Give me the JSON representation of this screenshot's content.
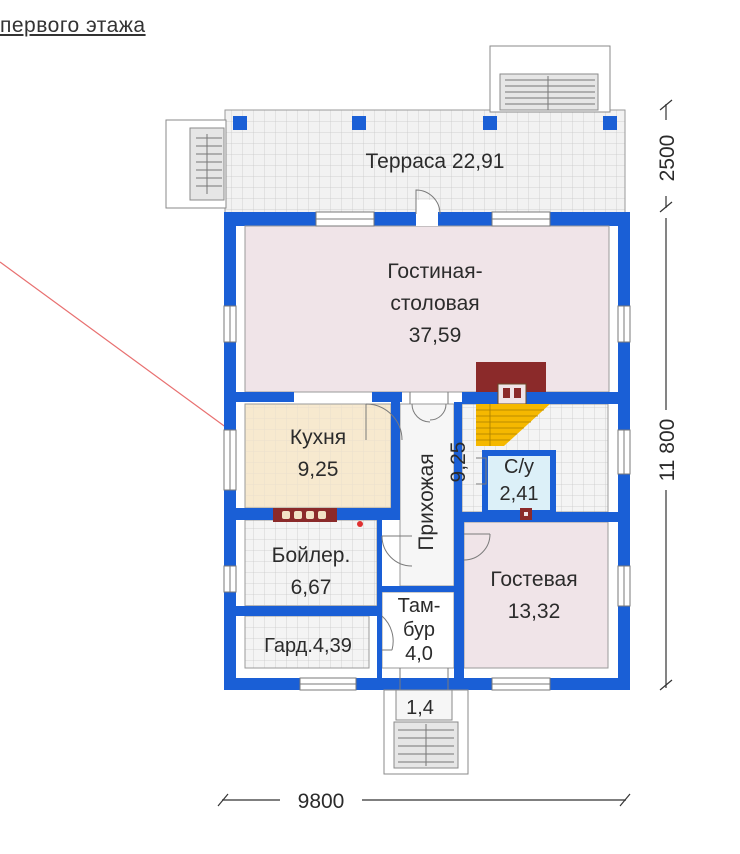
{
  "title": "первого этажа",
  "rooms": {
    "terrace": {
      "name": "Терраса",
      "area": "22,91"
    },
    "living": {
      "line1": "Гостиная-",
      "line2": "столовая",
      "area": "37,59"
    },
    "kitchen": {
      "name": "Кухня",
      "area": "9,25"
    },
    "hall": {
      "name": "Прихожая",
      "area": "9,25"
    },
    "wc": {
      "name": "С/у",
      "area": "2,41"
    },
    "boiler": {
      "name": "Бойлер.",
      "area": "6,67"
    },
    "guest": {
      "name": "Гостевая",
      "area": "13,32"
    },
    "wardrobe": {
      "label": "Гард.4,39"
    },
    "vestibule": {
      "line1": "Там-",
      "line2": "бур",
      "area": "4,0"
    },
    "porch": {
      "area": "1,4"
    }
  },
  "dimensions": {
    "terrace_depth": "2500",
    "house_depth": "11 800",
    "house_width": "9800"
  },
  "colors": {
    "wall": "#1a5fd6",
    "terrace_floor": "#f2f2f2",
    "living_floor": "#f0e4e8",
    "kitchen_floor": "#f7e9cf",
    "wet_floor": "#dcf0f8",
    "stove": "#8b2a2a",
    "stair": "#f5b800",
    "annotation_line": "#e87070"
  }
}
